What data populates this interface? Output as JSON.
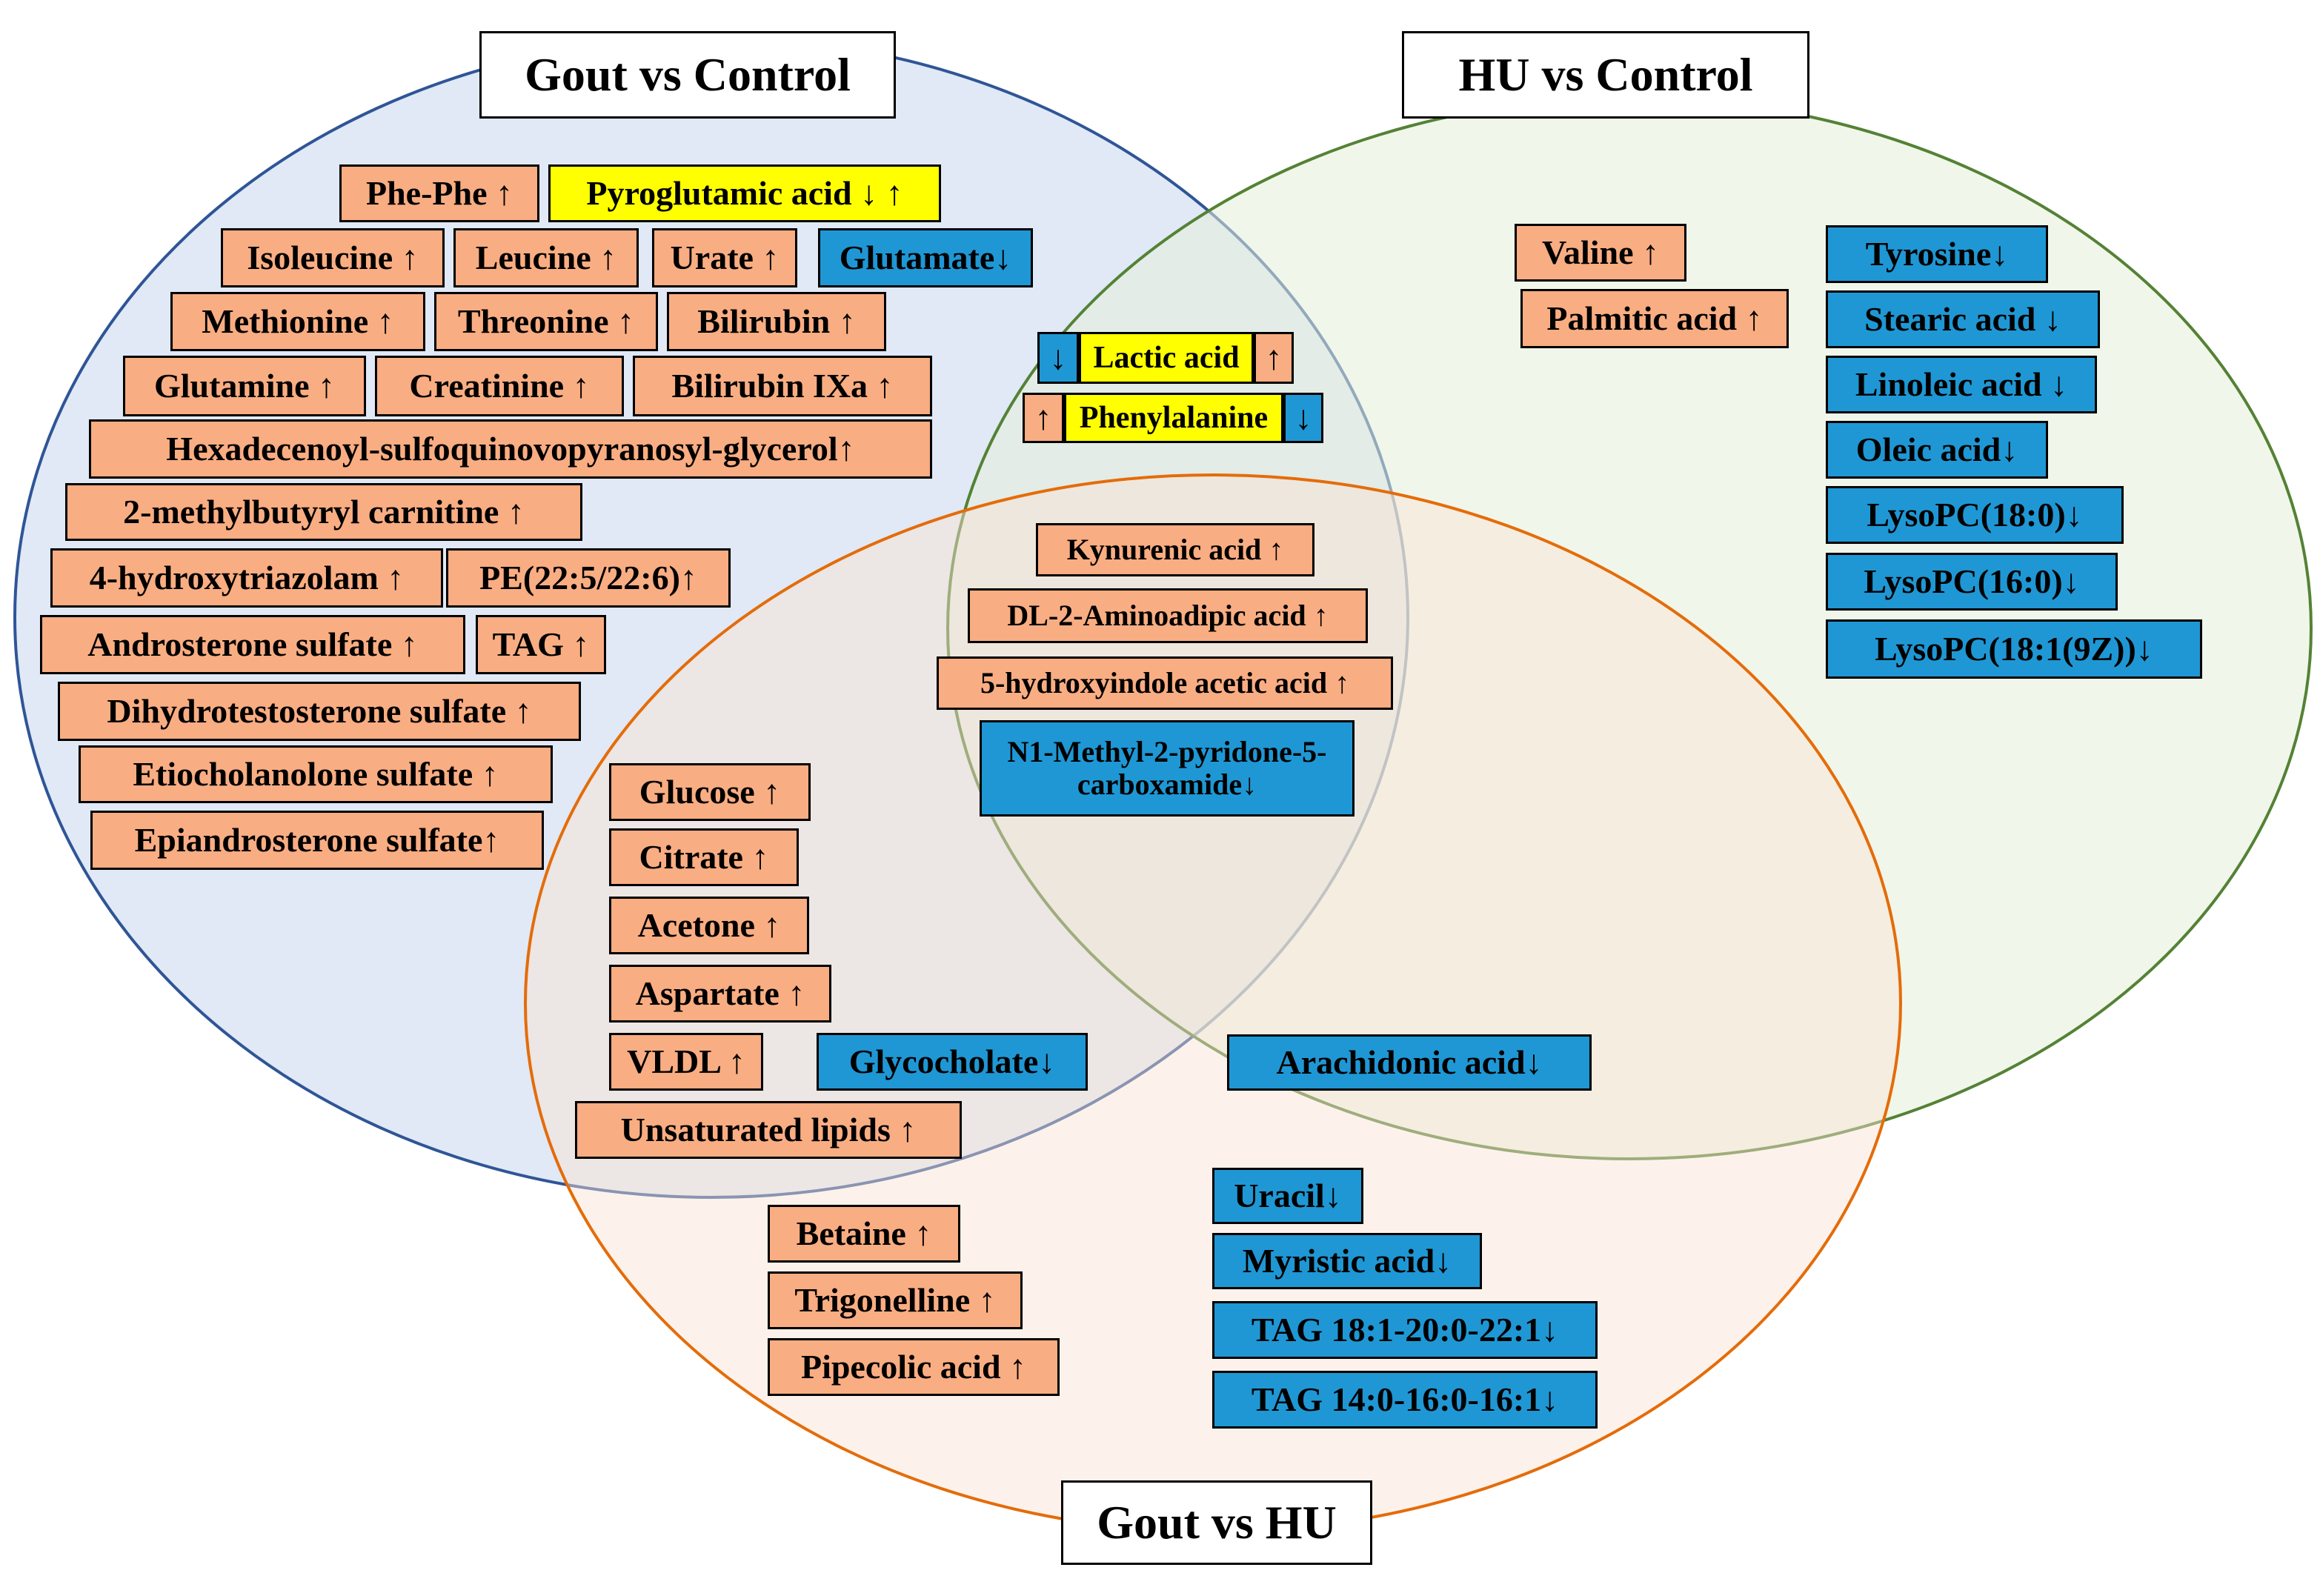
{
  "sets": {
    "gout_vs_control": "Gout vs Control",
    "hu_vs_control": "HU vs Control",
    "gout_vs_hu": "Gout vs HU"
  },
  "colors": {
    "increased_fill": "#f9ad82",
    "decreased_fill": "#1f97d4",
    "mixed_fill": "#ffff00",
    "gout_control_circle_fill": "#dde7f4",
    "gout_control_circle_stroke": "#2f5597",
    "hu_control_circle_fill": "#eef3e6",
    "hu_control_circle_stroke": "#548235",
    "gout_hu_circle_fill": "#fdeee4",
    "gout_hu_circle_stroke": "#e46c0a"
  },
  "gout_vs_control_only": {
    "phe_phe": "Phe-Phe ↑",
    "pyroglutamic_acid": "Pyroglutamic acid ↓ ↑",
    "isoleucine": "Isoleucine ↑",
    "leucine": "Leucine ↑",
    "urate": "Urate ↑",
    "glutamate": "Glutamate↓",
    "methionine": "Methionine ↑",
    "threonine": "Threonine ↑",
    "bilirubin": "Bilirubin ↑",
    "glutamine": "Glutamine ↑",
    "creatinine": "Creatinine ↑",
    "bilirubin_ixa": "Bilirubin IXa ↑",
    "hexadecenoyl": "Hexadecenoyl-sulfoquinovopyranosyl-glycerol↑",
    "methylbutyryl": "2-methylbutyryl carnitine ↑",
    "hydroxytriazolam": "4-hydroxytriazolam ↑",
    "pe": "PE(22:5/22:6)↑",
    "androsterone": "Androsterone sulfate ↑",
    "tag": "TAG ↑",
    "dihydrotestosterone": "Dihydrotestosterone sulfate ↑",
    "etiocholanolone": "Etiocholanolone sulfate ↑",
    "epiandrosterone": "Epiandrosterone sulfate↑"
  },
  "gout_control_and_hu_control": {
    "lactic_down": "↓",
    "lactic_label": "Lactic acid",
    "lactic_up": "↑",
    "phe_up": "↑",
    "phe_label": "Phenylalanine",
    "phe_down": "↓"
  },
  "all_three": {
    "kynurenic": "Kynurenic acid ↑",
    "aminoadipic": "DL-2-Aminoadipic acid ↑",
    "hydroxyindole": "5-hydroxyindole acetic acid ↑",
    "n1_methyl": "N1-Methyl-2-pyridone-5-carboxamide↓"
  },
  "gout_control_and_gout_hu": {
    "glucose": "Glucose ↑",
    "citrate": "Citrate ↑",
    "acetone": "Acetone ↑",
    "aspartate": "Aspartate ↑",
    "vldl": "VLDL ↑",
    "glycocholate": "Glycocholate↓",
    "unsaturated": "Unsaturated lipids ↑"
  },
  "hu_control_and_gout_hu": {
    "arachidonic": "Arachidonic acid↓"
  },
  "hu_vs_control_only": {
    "valine": "Valine ↑",
    "palmitic": "Palmitic acid ↑",
    "tyrosine": "Tyrosine↓",
    "stearic": "Stearic acid ↓",
    "linoleic": "Linoleic acid ↓",
    "oleic": "Oleic acid↓",
    "lysopc_180": "LysoPC(18:0)↓",
    "lysopc_160": "LysoPC(16:0)↓",
    "lysopc_181": "LysoPC(18:1(9Z))↓"
  },
  "gout_vs_hu_only": {
    "betaine": "Betaine ↑",
    "trigonelline": "Trigonelline ↑",
    "pipecolic": "Pipecolic acid ↑",
    "uracil": "Uracil↓",
    "myristic": "Myristic acid↓",
    "tag_18": "TAG 18:1-20:0-22:1↓",
    "tag_14": "TAG 14:0-16:0-16:1↓"
  }
}
